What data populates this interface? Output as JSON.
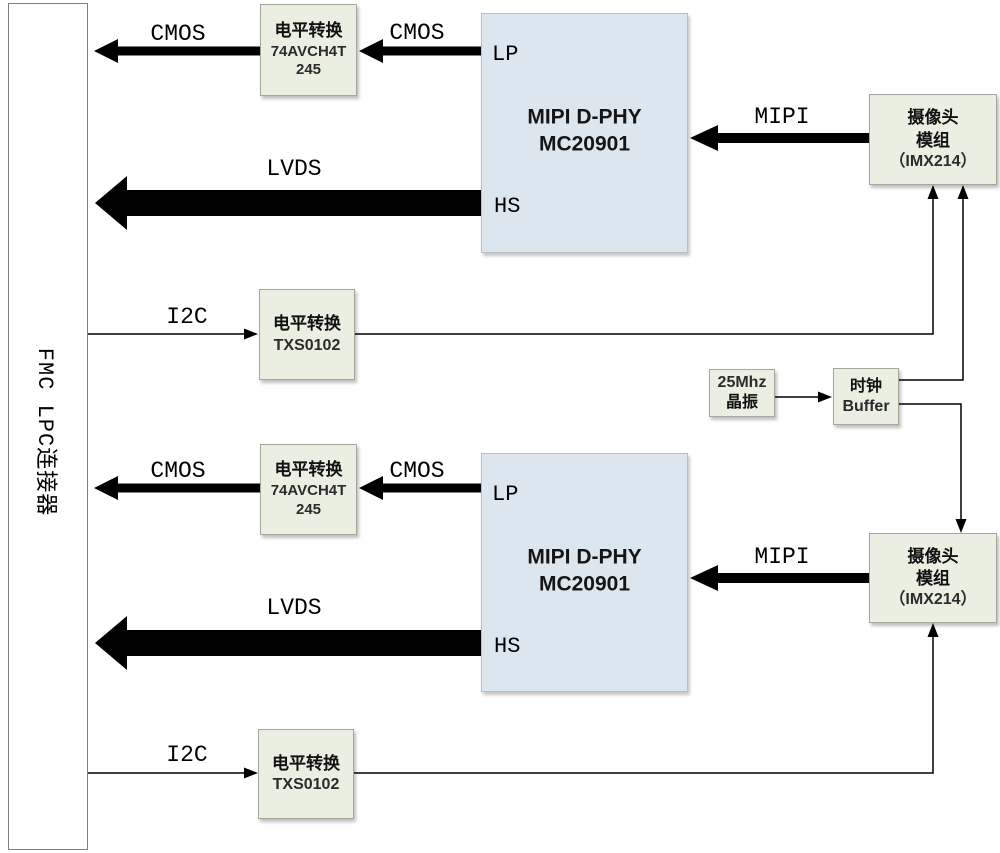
{
  "diagram": {
    "connector": {
      "label": "FMC LPC连接器"
    },
    "boxes": {
      "level_shift_cmos_1": {
        "line1": "电平转换",
        "line2": "74AVCH4T",
        "line3": "245"
      },
      "level_shift_cmos_2": {
        "line1": "电平转换",
        "line2": "74AVCH4T",
        "line3": "245"
      },
      "level_shift_i2c_1": {
        "line1": "电平转换",
        "line2": "TXS0102"
      },
      "level_shift_i2c_2": {
        "line1": "电平转换",
        "line2": "TXS0102"
      },
      "dphy_1": {
        "title_line1": "MIPI D-PHY",
        "title_line2": "MC20901",
        "port_lp": "LP",
        "port_hs": "HS"
      },
      "dphy_2": {
        "title_line1": "MIPI D-PHY",
        "title_line2": "MC20901",
        "port_lp": "LP",
        "port_hs": "HS"
      },
      "camera_1": {
        "line1": "摄像头",
        "line2": "模组",
        "line3": "（IMX214）"
      },
      "camera_2": {
        "line1": "摄像头",
        "line2": "模组",
        "line3": "（IMX214）"
      },
      "crystal": {
        "line1": "25Mhz",
        "line2": "晶振"
      },
      "clock_buffer": {
        "line1": "时钟",
        "line2": "Buffer"
      }
    },
    "bus_labels": {
      "cmos_top_left": "CMOS",
      "cmos_top_right": "CMOS",
      "lvds_top": "LVDS",
      "mipi_top": "MIPI",
      "i2c_top": "I2C",
      "cmos_bottom_left": "CMOS",
      "cmos_bottom_right": "CMOS",
      "lvds_bottom": "LVDS",
      "mipi_bottom": "MIPI",
      "i2c_bottom": "I2C"
    },
    "colors": {
      "box_green": "#eaefe2",
      "box_green_border": "#a2a89b",
      "box_blue": "#dce6ee",
      "box_blue_border": "#b7c0c9",
      "line": "#000000",
      "bar_border": "#7f7f7f"
    }
  }
}
